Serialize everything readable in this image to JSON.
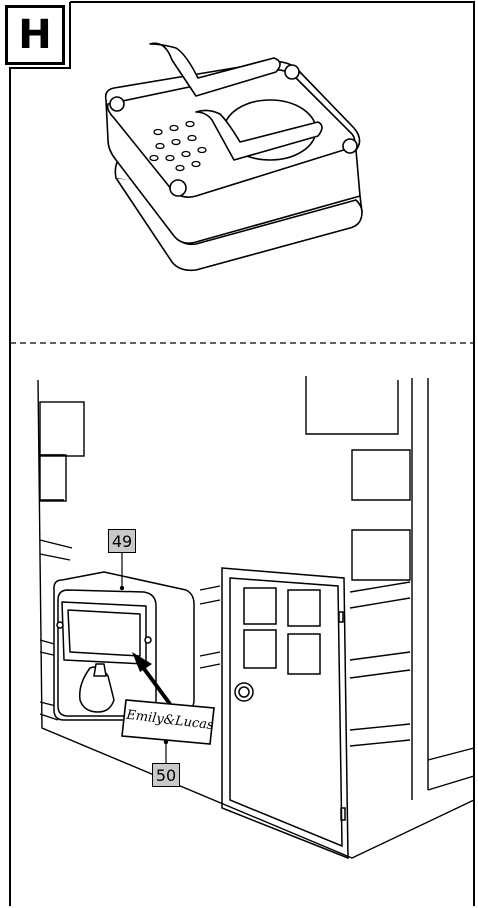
{
  "step": {
    "letter": "H"
  },
  "callouts": {
    "part_a": "49",
    "part_b": "50"
  },
  "name_card": {
    "text": "Emily&Lucas"
  },
  "icons": [
    "label-maker-icon",
    "playhouse-wall-icon",
    "door-icon",
    "arrow-icon"
  ]
}
